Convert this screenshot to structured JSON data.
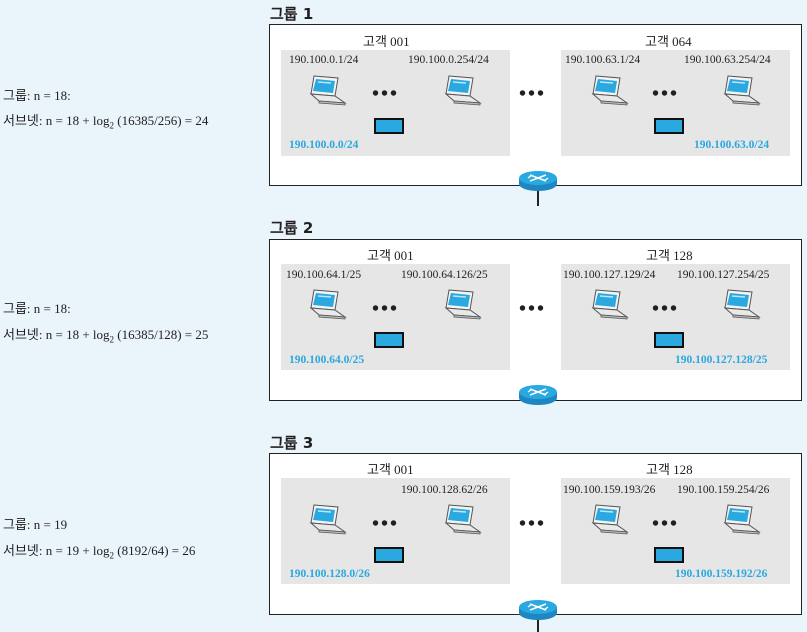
{
  "groups": [
    {
      "title": "그룹 1",
      "customer_left": "고객 001",
      "customer_right": "고객 064",
      "addr_left_first": "190.100.0.1/24",
      "addr_left_last": "190.100.0.254/24",
      "addr_right_first": "190.100.63.1/24",
      "addr_right_last": "190.100.63.254/24",
      "subnet_left": "190.100.0.0/24",
      "subnet_right": "190.100.63.0/24",
      "label_group": "그룹",
      "n_expr": ": n = 18:",
      "label_subnet": "서브넷",
      "subnet_expr_a": ": n = 18 + log",
      "subnet_expr_sub": "2",
      "subnet_expr_b": " (16385/256) = 24"
    },
    {
      "title": "그룹 2",
      "customer_left": "고객 001",
      "customer_right": "고객 128",
      "addr_left_first": "190.100.64.1/25",
      "addr_left_last": "190.100.64.126/25",
      "addr_right_first": "190.100.127.129/24",
      "addr_right_last": "190.100.127.254/25",
      "subnet_left": "190.100.64.0/25",
      "subnet_right": "190.100.127.128/25",
      "label_group": "그룹",
      "n_expr": ": n = 18:",
      "label_subnet": "서브넷",
      "subnet_expr_a": ": n = 18 + log",
      "subnet_expr_sub": "2",
      "subnet_expr_b": " (16385/128) = 25"
    },
    {
      "title": "그룹 3",
      "customer_left": "고객 001",
      "customer_right": "고객 128",
      "addr_left_first": "",
      "addr_left_last": "190.100.128.62/26",
      "addr_right_first": "190.100.159.193/26",
      "addr_right_last": "190.100.159.254/26",
      "subnet_left": "190.100.128.0/26",
      "subnet_right": "190.100.159.192/26",
      "label_group": "그룹",
      "n_expr": ": n = 19",
      "label_subnet": "서브넷",
      "subnet_expr_a": ": n = 19 + log",
      "subnet_expr_sub": "2",
      "subnet_expr_b": " (8192/64) = 26"
    }
  ],
  "dots": "•••",
  "colors": {
    "accent": "#2aa8e0",
    "panel": "#e6e6e6",
    "background": "#e9f4fb"
  }
}
